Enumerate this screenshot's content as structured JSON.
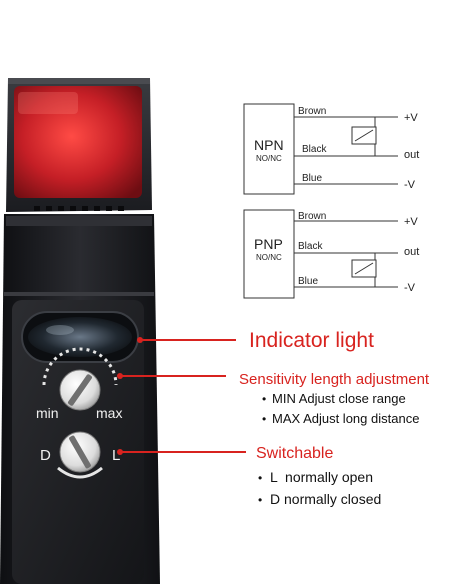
{
  "wiring": {
    "npn": {
      "type_label": "NPN",
      "mode_label": "NO/NC",
      "wires": {
        "brown": "Brown",
        "black": "Black",
        "blue": "Blue"
      },
      "terminals": {
        "plus": "+V",
        "out": "out",
        "minus": "-V"
      }
    },
    "pnp": {
      "type_label": "PNP",
      "mode_label": "NO/NC",
      "wires": {
        "brown": "Brown",
        "black": "Black",
        "blue": "Blue"
      },
      "terminals": {
        "plus": "+V",
        "out": "out",
        "minus": "-V"
      }
    }
  },
  "sensor": {
    "knob_min_label": "min",
    "knob_max_label": "max",
    "switch_d_label": "D",
    "switch_l_label": "L"
  },
  "callouts": {
    "indicator": {
      "title": "Indicator light"
    },
    "sensitivity": {
      "title": "Sensitivity length adjustment",
      "bullets": [
        "MIN Adjust close range",
        "MAX Adjust long distance"
      ]
    },
    "switchable": {
      "title": "Switchable",
      "bullets": [
        "L  normally open",
        "D normally closed"
      ]
    }
  },
  "colors": {
    "callout_red": "#d8231f",
    "body_black": "#1d1e22",
    "lens_red": "#c02428",
    "line": "#333333"
  }
}
